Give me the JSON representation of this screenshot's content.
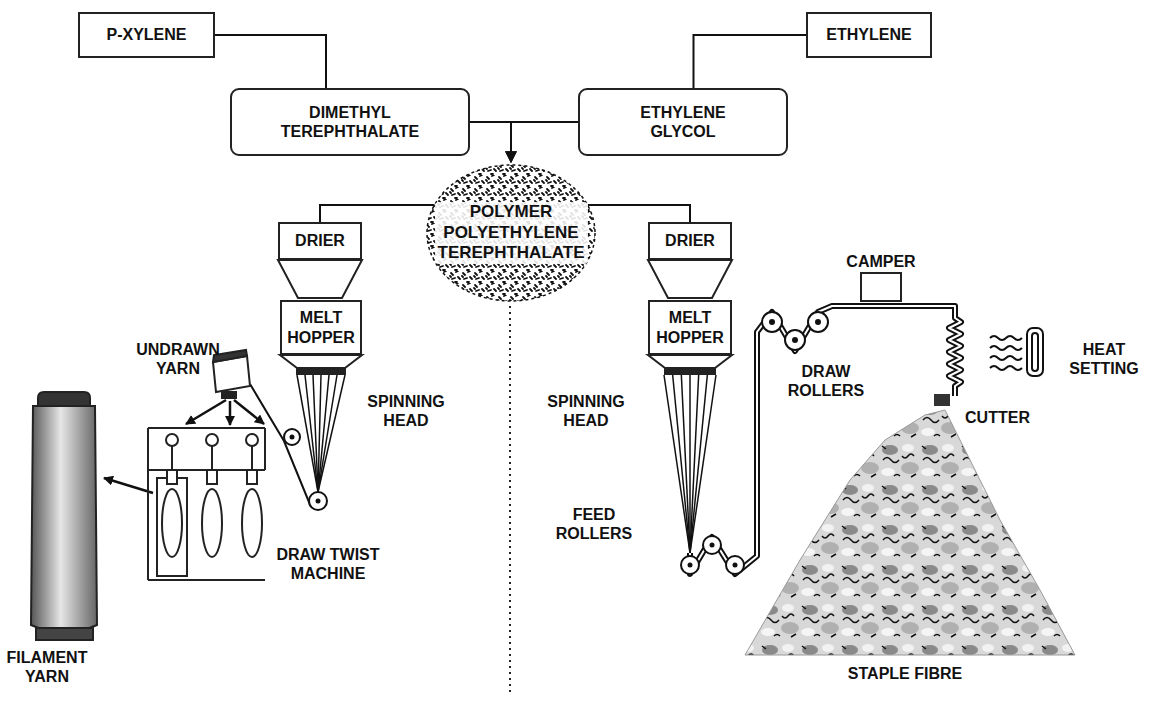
{
  "diagram": {
    "nodes": [
      {
        "text": [
          "P-XYLENE"
        ]
      },
      {
        "text": [
          "ETHYLENE"
        ]
      },
      {
        "text": [
          "DIMETHYL TEREPHTHALATE"
        ]
      },
      {
        "text": [
          "ETHYLENE GLYCOL"
        ]
      },
      {
        "text": [
          "POLYMER POLYETHYLENE TEREPHTHALATE"
        ]
      },
      {
        "text": [
          "DRIER"
        ]
      },
      {
        "text": [
          "MELT HOPPER"
        ]
      },
      {
        "text": [
          "DRIER"
        ]
      },
      {
        "text": [
          "MELT HOPPER"
        ]
      },
      {
        "text": [
          "CAMPER"
        ]
      }
    ],
    "edges": [
      {
        "from": 0,
        "to": 2,
        "arrow": "none"
      },
      {
        "from": 1,
        "to": 3,
        "arrow": "none"
      },
      {
        "from": 2,
        "to": 4,
        "arrow": "to"
      },
      {
        "from": 3,
        "to": 4,
        "arrow": "to"
      },
      {
        "from": 4,
        "to": 5,
        "arrow": "none"
      },
      {
        "from": 4,
        "to": 7,
        "arrow": "none"
      }
    ],
    "labels": [
      "UNDRAWN YARN",
      "SPINNING HEAD",
      "DRAW TWIST MACHINE",
      "FILAMENT YARN",
      "SPINNING HEAD",
      "FEED ROLLERS",
      "DRAW ROLLERS",
      "HEAT SETTING",
      "CUTTER",
      "STAPLE FIBRE"
    ]
  }
}
